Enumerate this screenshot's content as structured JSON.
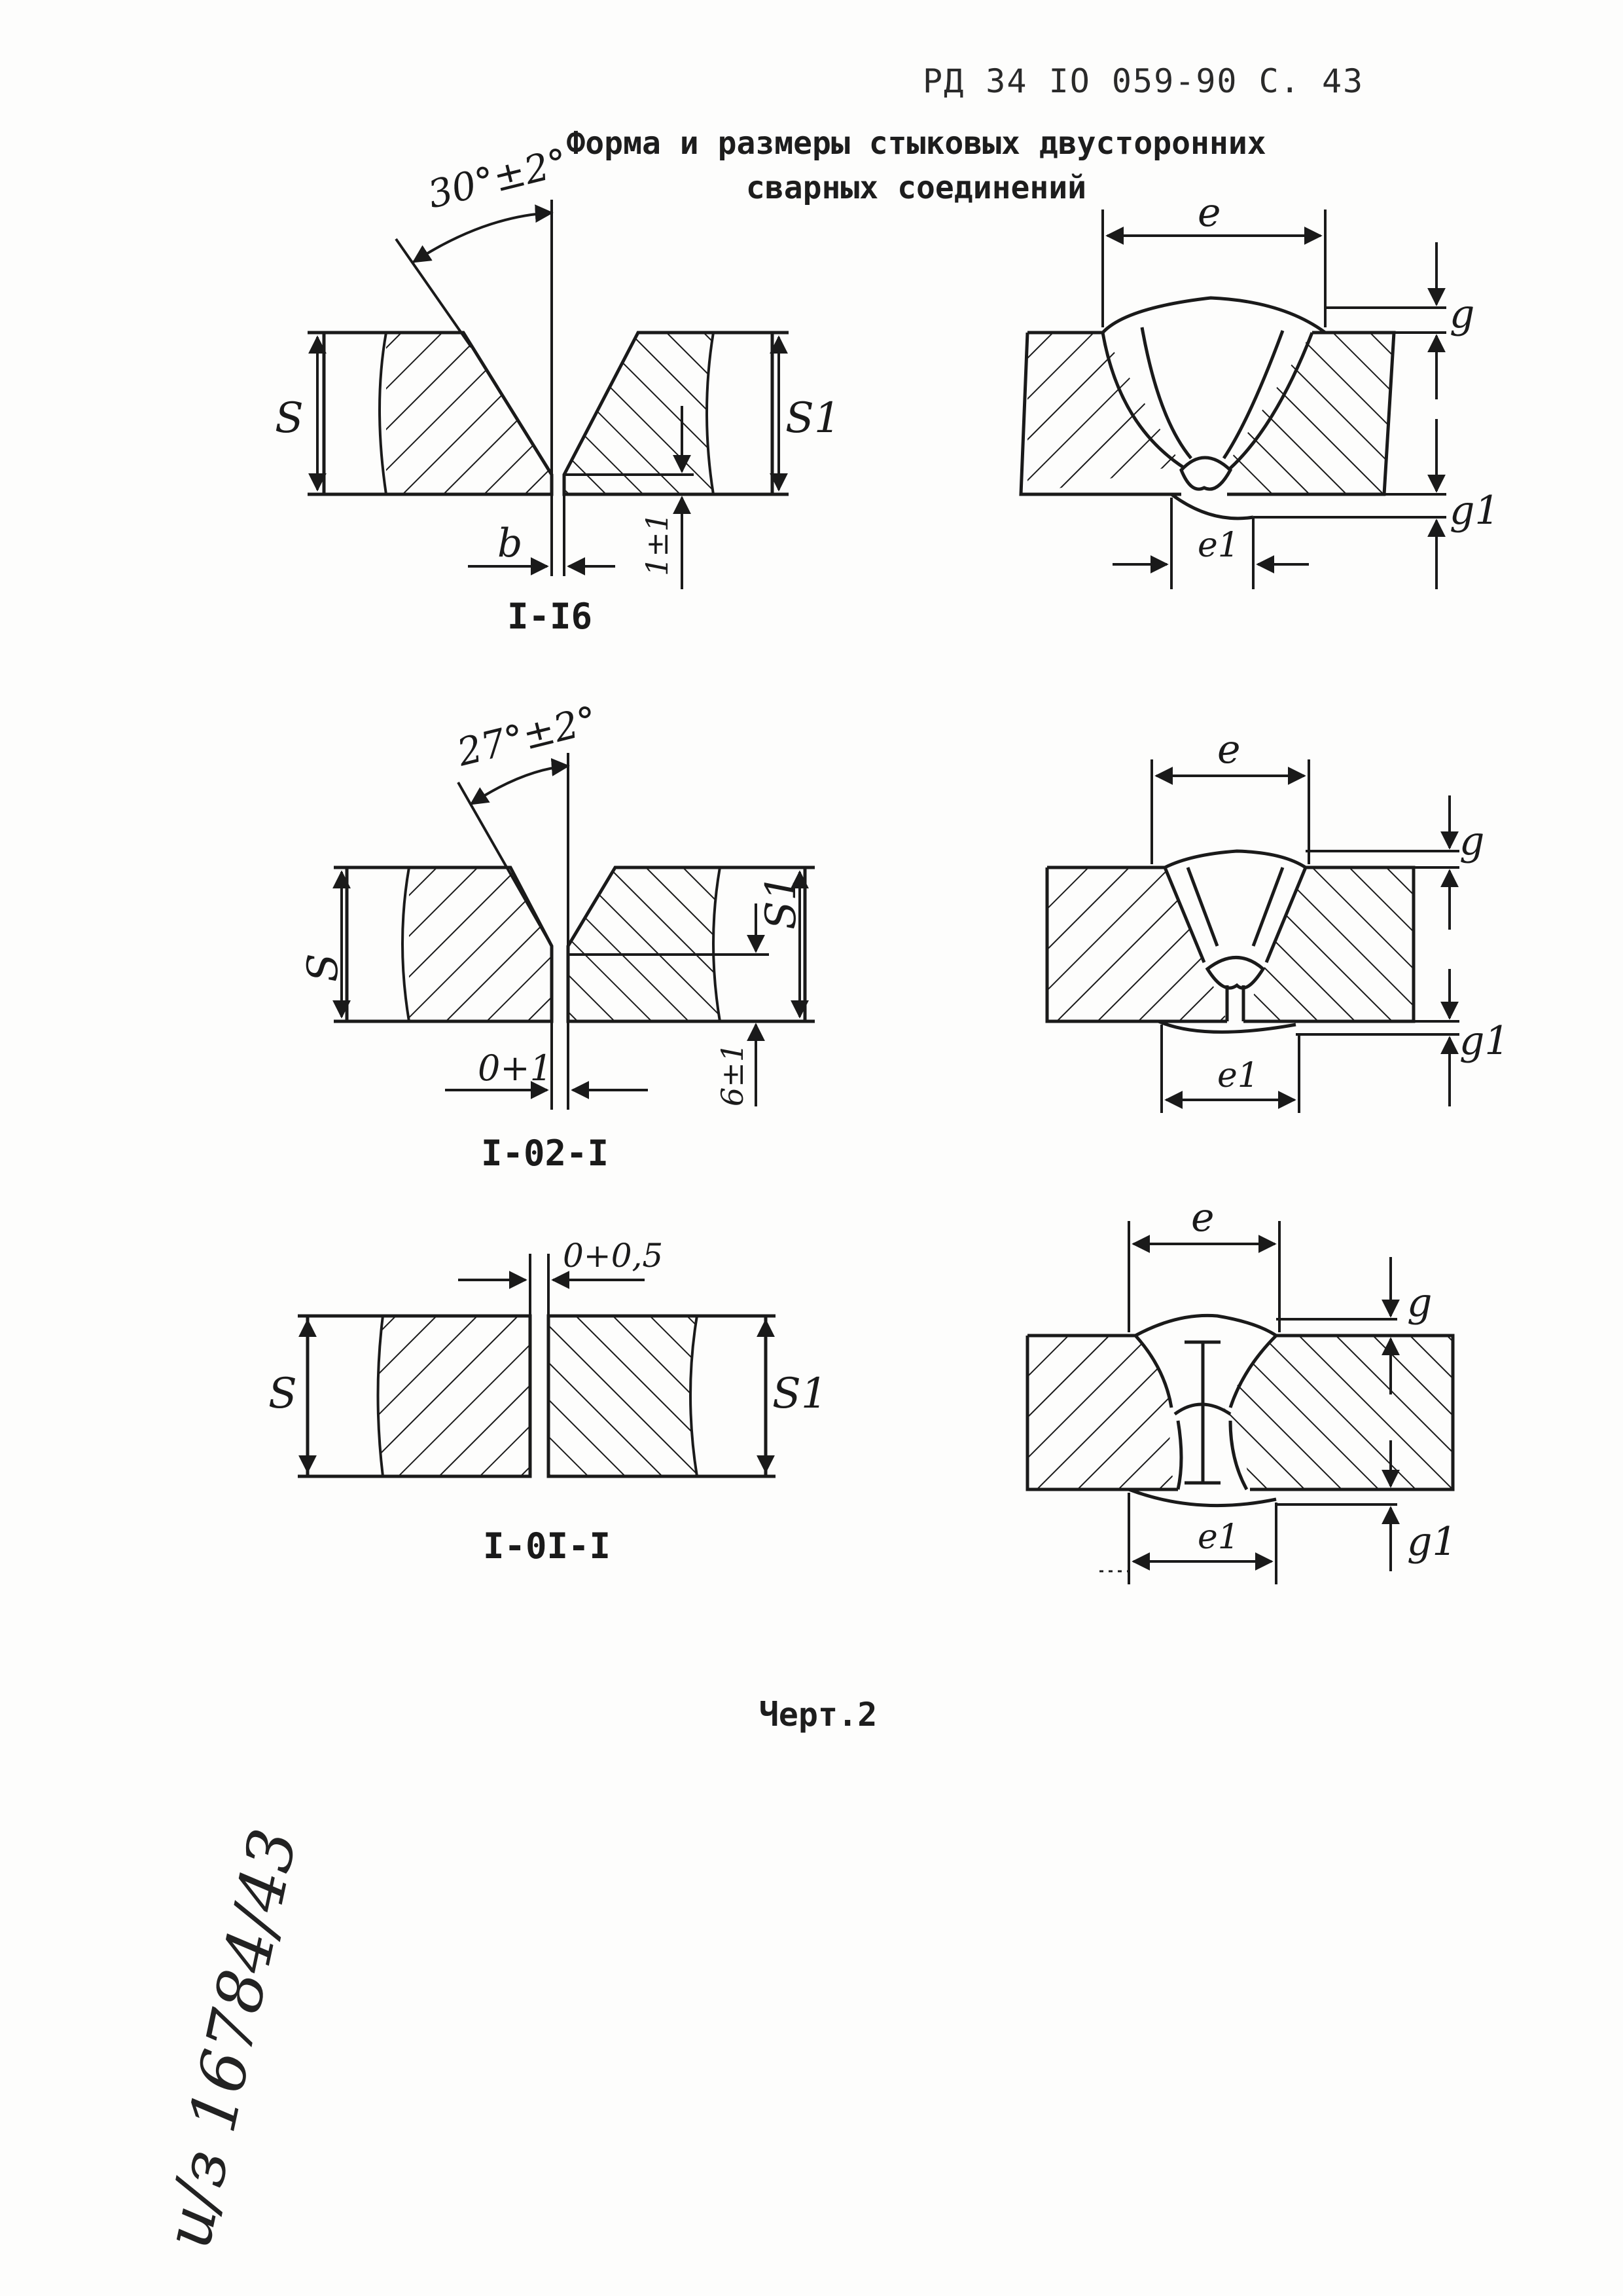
{
  "header": {
    "document_code": "РД 34 IO 059-90 С. 43",
    "title_line1": "Форма и размеры стыковых двусторонних",
    "title_line2": "сварных соединений"
  },
  "joints": [
    {
      "designation": "I-I6",
      "preparation_labels": {
        "angle": "30°±2°",
        "thickness": "S",
        "thickness_other": "S1",
        "gap": "b",
        "root_face": "1±1"
      },
      "weld_labels": {
        "width": "e",
        "reinforcement": "g",
        "root_width": "e1",
        "root_reinforcement": "g1"
      }
    },
    {
      "designation": "I-02-I",
      "preparation_labels": {
        "angle": "27°±2°",
        "thickness": "S",
        "thickness_other": "S1",
        "gap": "0+1",
        "root_face": "6±1"
      },
      "weld_labels": {
        "width": "e",
        "reinforcement": "g",
        "root_width": "e1",
        "root_reinforcement": "g1"
      }
    },
    {
      "designation": "I-0I-I",
      "preparation_labels": {
        "gap": "0+0,5",
        "thickness": "S",
        "thickness_other": "S1"
      },
      "weld_labels": {
        "width": "e",
        "reinforcement": "g",
        "root_width": "e1",
        "root_reinforcement": "g1"
      }
    }
  ],
  "caption": "Черт.2",
  "archive_stamp": "и/з 16784/43"
}
